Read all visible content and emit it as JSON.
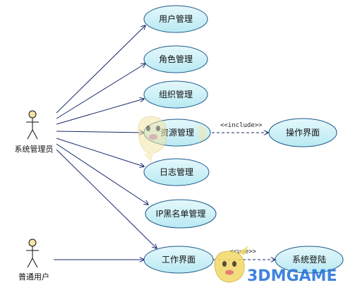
{
  "actors": {
    "admin": "系统管理员",
    "user": "普通用户"
  },
  "use_cases": {
    "user_mgmt": "用户管理",
    "role_mgmt": "角色管理",
    "org_mgmt": "组织管理",
    "resource_mgmt": "资源管理",
    "log_mgmt": "日志管理",
    "ip_blacklist": "IP黑名单管理",
    "workspace": "工作界面",
    "operation_ui": "操作界面",
    "login": "系统登陆"
  },
  "relations": {
    "include": "<<include>>",
    "use": "<<use>>"
  },
  "watermark": {
    "text": "3DMGAME"
  },
  "colors": {
    "usecase_fill": "#c9f0f7",
    "usecase_stroke": "#1f5a8a",
    "line": "#1a2a6c"
  }
}
